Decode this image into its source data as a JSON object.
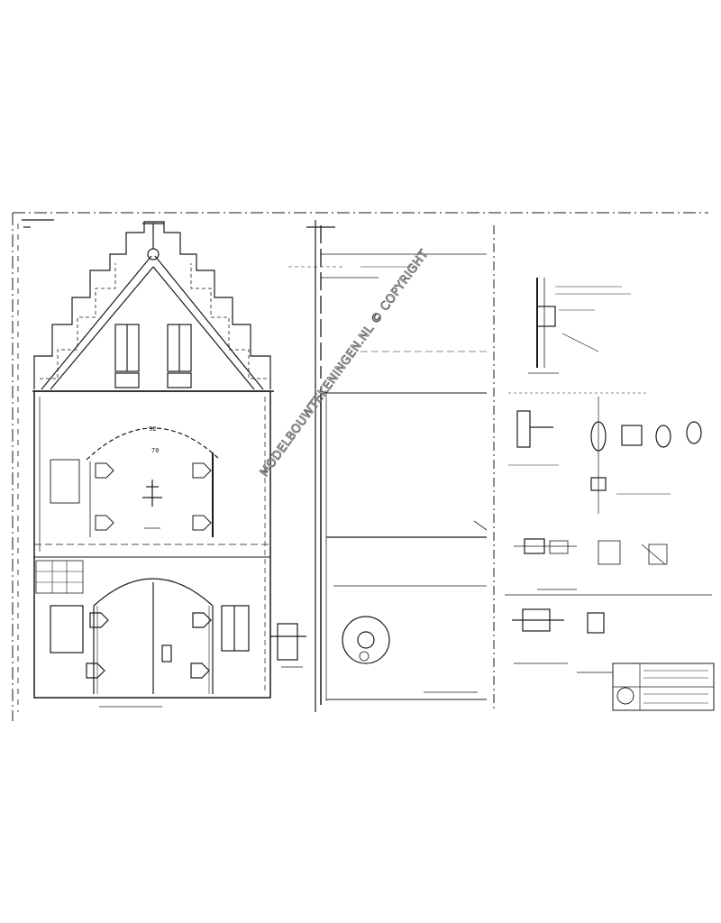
{
  "watermark": {
    "text": "MODELBOUWTEKENINGEN.NL © COPYRIGHT"
  },
  "colors": {
    "paper": "#ffffff",
    "ink": "#1a1a1a",
    "watermark_outline": "#555555"
  },
  "dimensions": {
    "arch_upper": "92",
    "arch_upper_inner": "70"
  }
}
